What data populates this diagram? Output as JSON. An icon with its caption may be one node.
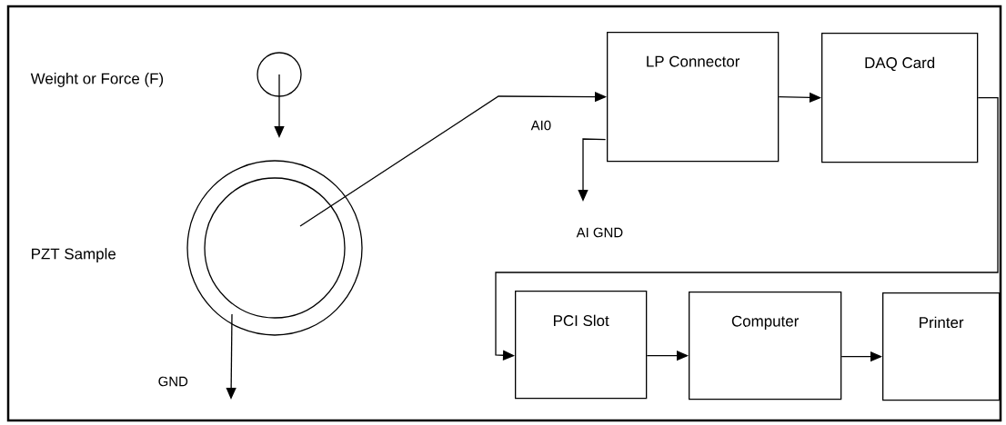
{
  "diagram": {
    "nodes": [
      {
        "text": [],
        "shape": "circle"
      },
      {
        "text": [],
        "shape": "circle"
      },
      {
        "text": [
          "LP Connector"
        ]
      },
      {
        "text": [
          "DAQ Card"
        ]
      },
      {
        "text": [
          "PCI Slot"
        ]
      },
      {
        "text": [
          "Computer"
        ]
      },
      {
        "text": [
          "Printer"
        ]
      }
    ],
    "edges": [
      {
        "from": 0,
        "to": 1,
        "arrow": "to"
      },
      {
        "from": 1,
        "to": 2,
        "arrow": "to",
        "label": "AI0"
      },
      {
        "from": 2,
        "to": null,
        "arrow": "to",
        "label": "AI GND"
      },
      {
        "from": 1,
        "to": null,
        "arrow": "to",
        "label": "GND"
      },
      {
        "from": 2,
        "to": 3,
        "arrow": "to"
      },
      {
        "from": 3,
        "to": 4,
        "arrow": "to"
      },
      {
        "from": 4,
        "to": 5,
        "arrow": "to"
      },
      {
        "from": 5,
        "to": 6,
        "arrow": "to"
      }
    ],
    "labels": [
      "Weight or Force (F)",
      "PZT Sample"
    ]
  }
}
